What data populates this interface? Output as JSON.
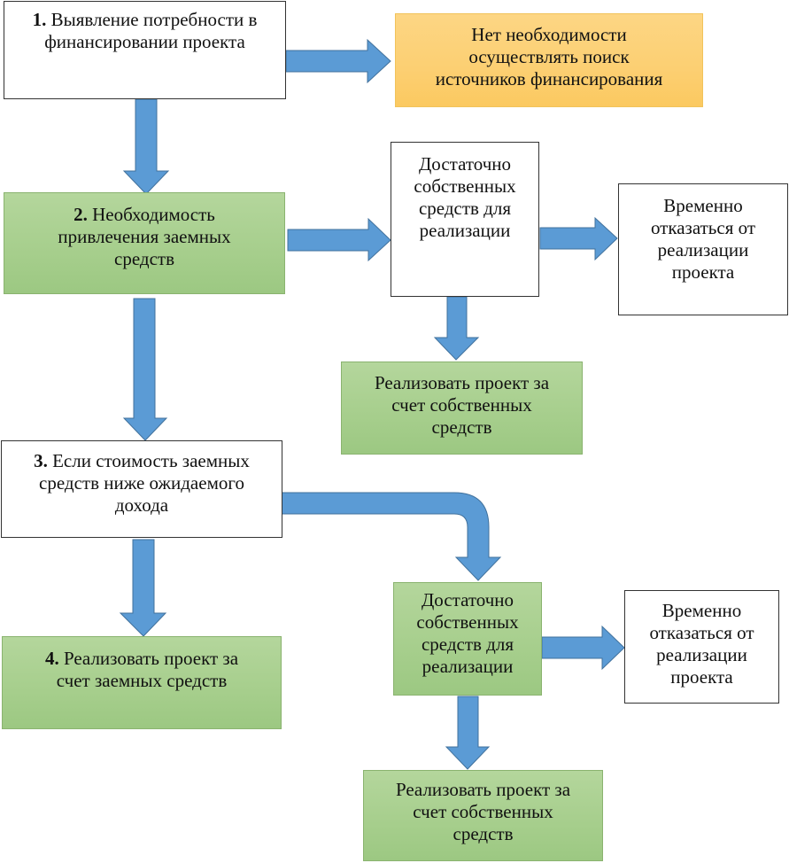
{
  "diagram": {
    "colors": {
      "arrow_fill": "#5b9bd5",
      "arrow_stroke": "#41719c",
      "green_box": "#a9d18e",
      "orange_box": "#ffd966",
      "white_box": "#ffffff"
    },
    "nodes": {
      "step1": {
        "number": "1.",
        "lines": [
          "Выявление потребности в",
          "финансировании проекта"
        ]
      },
      "no_need": {
        "lines": [
          "Нет необходимости",
          "осуществлять поиск",
          "источников финансирования"
        ]
      },
      "step2": {
        "number": "2.",
        "lines": [
          "Необходимость",
          "привлечения заемных",
          "средств"
        ]
      },
      "enough_own_1": {
        "lines": [
          "Достаточно",
          "собственных",
          "средств для",
          "реализации"
        ]
      },
      "refuse_1": {
        "lines": [
          "Временно",
          "отказаться от",
          "реализации",
          "проекта"
        ]
      },
      "own_funds_1": {
        "lines": [
          "Реализовать проект за",
          "счет собственных",
          "средств"
        ]
      },
      "step3": {
        "number": "3.",
        "lines": [
          "Если стоимость заемных",
          "средств ниже ожидаемого",
          "дохода"
        ]
      },
      "step4": {
        "number": "4.",
        "lines": [
          "Реализовать проект за",
          "счет заемных средств"
        ]
      },
      "enough_own_2": {
        "lines": [
          "Достаточно",
          "собственных",
          "средств для",
          "реализации"
        ]
      },
      "refuse_2": {
        "lines": [
          "Временно",
          "отказаться от",
          "реализации",
          "проекта"
        ]
      },
      "own_funds_2": {
        "lines": [
          "Реализовать проект за",
          "счет собственных",
          "средств"
        ]
      }
    },
    "edges": [
      {
        "from": "step1",
        "to": "no_need"
      },
      {
        "from": "step1",
        "to": "step2"
      },
      {
        "from": "step2",
        "to": "enough_own_1"
      },
      {
        "from": "enough_own_1",
        "to": "refuse_1"
      },
      {
        "from": "enough_own_1",
        "to": "own_funds_1"
      },
      {
        "from": "step2",
        "to": "step3"
      },
      {
        "from": "step3",
        "to": "step4"
      },
      {
        "from": "step3",
        "to": "enough_own_2"
      },
      {
        "from": "enough_own_2",
        "to": "refuse_2"
      },
      {
        "from": "enough_own_2",
        "to": "own_funds_2"
      }
    ]
  }
}
